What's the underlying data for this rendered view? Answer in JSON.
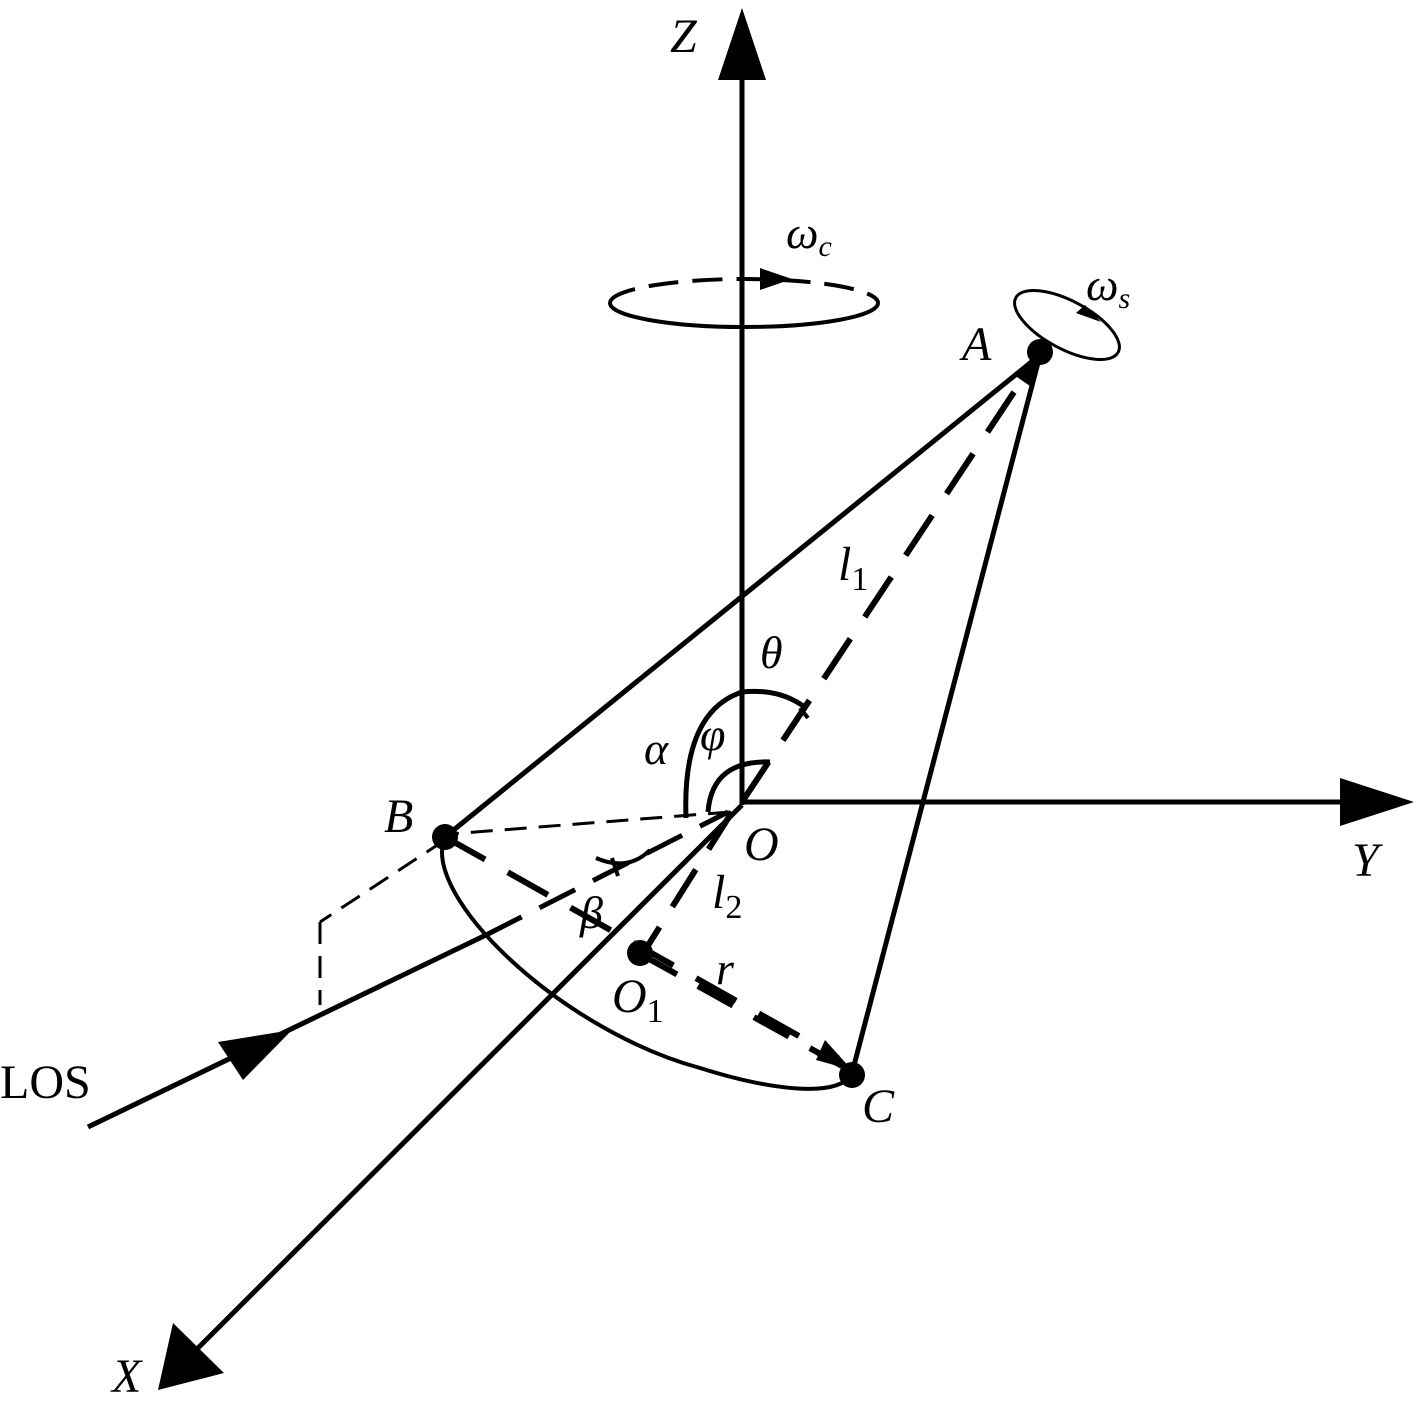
{
  "colors": {
    "ink": "#000000",
    "background": "#ffffff"
  },
  "labels": {
    "axis_z": "Z",
    "axis_y": "Y",
    "axis_x": "X",
    "origin": "O",
    "point_a": "A",
    "point_b": "B",
    "point_c": "C",
    "center_o1": "O",
    "center_o1_sub": "1",
    "omega_c": "ω",
    "omega_c_sub": "c",
    "omega_s": "ω",
    "omega_s_sub": "s",
    "l1": "l",
    "l1_sub": "1",
    "l2": "l",
    "l2_sub": "2",
    "theta": "θ",
    "alpha": "α",
    "phi": "φ",
    "beta": "β",
    "r": "r",
    "los": "LOS"
  }
}
